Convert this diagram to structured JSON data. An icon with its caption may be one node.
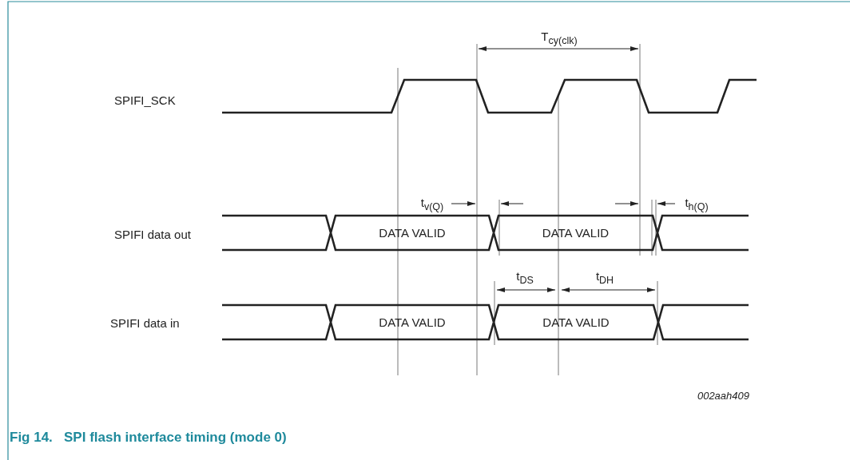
{
  "diagram": {
    "caption": "Fig 14.   SPI flash interface timing (mode 0)",
    "nodes": [
      {
        "text": [
          "DATA VALID"
        ]
      },
      {
        "text": [
          "DATA VALID"
        ]
      },
      {
        "text": [
          "DATA VALID"
        ]
      },
      {
        "text": [
          "DATA VALID"
        ]
      }
    ],
    "labels": [
      "T$_{cy(clk)}$",
      "SPIFI_SCK",
      "t$_{v(Q)}$",
      "t$_{h(Q)}$",
      "SPIFI data out",
      "t$_{DS}$",
      "t$_{DH}$",
      "SPIFI data in",
      "002aah409"
    ]
  }
}
